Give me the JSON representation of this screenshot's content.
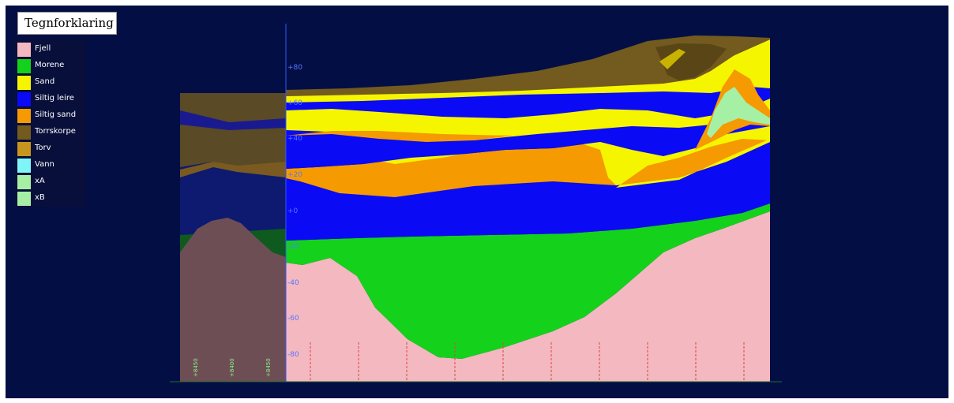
{
  "legend": {
    "title": "Tegnforklaring",
    "items": [
      {
        "label": "Fjell",
        "color": "#f4b8c0"
      },
      {
        "label": "Morene",
        "color": "#14d21c"
      },
      {
        "label": "Sand",
        "color": "#f5f500"
      },
      {
        "label": "Siltig leire",
        "color": "#0a0af5"
      },
      {
        "label": "Siltig sand",
        "color": "#f59a00"
      },
      {
        "label": "Torrskorpe",
        "color": "#735a1e"
      },
      {
        "label": "Torv",
        "color": "#c8961e"
      },
      {
        "label": "Vann",
        "color": "#7ff5f5"
      },
      {
        "label": "xA",
        "color": "#a6f0a6"
      },
      {
        "label": "xB",
        "color": "#a6f0a6"
      }
    ]
  },
  "axis": {
    "ticks": [
      "+80",
      "+60",
      "+40",
      "+20",
      "+0",
      "-20",
      "-40",
      "-60",
      "-80"
    ]
  },
  "stations": {
    "left_labels": [
      "+8450",
      "+8400",
      "+8450"
    ]
  },
  "colors": {
    "background": "#030f44",
    "axis": "#3355ff",
    "station_green": "#88ee88",
    "station_red": "#dd4444"
  }
}
